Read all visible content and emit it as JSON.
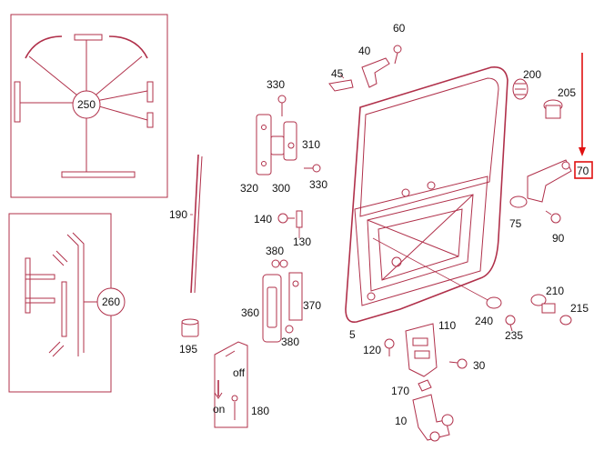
{
  "labels": {
    "p250": "250",
    "p260": "260",
    "p190": "190",
    "p195": "195",
    "p180": "180",
    "p330a": "330",
    "p310": "310",
    "p320": "320",
    "p300": "300",
    "p330b": "330",
    "p140": "140",
    "p130": "130",
    "p380a": "380",
    "p370": "370",
    "p360": "360",
    "p380b": "380",
    "p60": "60",
    "p40": "40",
    "p45": "45",
    "p200": "200",
    "p205": "205",
    "p70": "70",
    "p75": "75",
    "p90": "90",
    "p5": "5",
    "p240": "240",
    "p235": "235",
    "p210": "210",
    "p215": "215",
    "p110": "110",
    "p120": "120",
    "p30": "30",
    "p170": "170",
    "p10": "10"
  },
  "sticker": {
    "off": "off",
    "on": "on"
  },
  "colors": {
    "line": "#b0304a",
    "highlight": "#e01010",
    "text": "#111111"
  }
}
